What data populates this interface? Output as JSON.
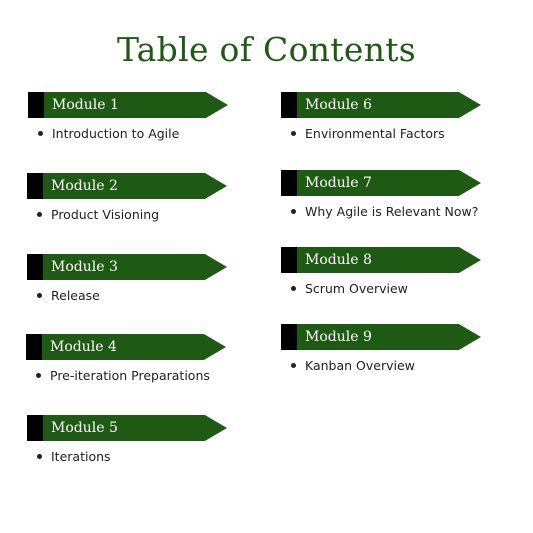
{
  "title": "Table of Contents",
  "modules": [
    {
      "label": "Module 1",
      "item": "Introduction to Agile"
    },
    {
      "label": "Module 2",
      "item": "Product Visioning"
    },
    {
      "label": "Module 3",
      "item": "Release"
    },
    {
      "label": "Module 4",
      "item": "Pre-iteration Preparations"
    },
    {
      "label": "Module 5",
      "item": "Iterations"
    },
    {
      "label": "Module 6",
      "item": "Environmental Factors"
    },
    {
      "label": "Module 7",
      "item": "Why Agile is Relevant Now?"
    },
    {
      "label": "Module 8",
      "item": "Scrum Overview"
    },
    {
      "label": "Module 9",
      "item": "Kanban Overview"
    }
  ],
  "colors": {
    "accent_green": "#1e5a14",
    "marker_black": "#000000",
    "text": "#222222"
  }
}
